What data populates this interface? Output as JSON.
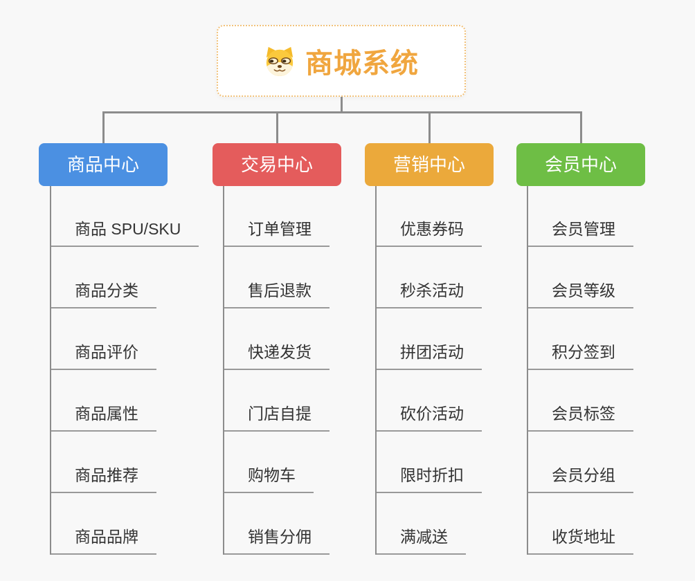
{
  "root": {
    "title": "商城系统",
    "icon": "dog-face-icon"
  },
  "branches": [
    {
      "label": "商品中心",
      "color": "#4b90e2",
      "items": [
        "商品 SPU/SKU",
        "商品分类",
        "商品评价",
        "商品属性",
        "商品推荐",
        "商品品牌"
      ]
    },
    {
      "label": "交易中心",
      "color": "#e45c5c",
      "items": [
        "订单管理",
        "售后退款",
        "快递发货",
        "门店自提",
        "购物车",
        "销售分佣"
      ]
    },
    {
      "label": "营销中心",
      "color": "#eba93b",
      "items": [
        "优惠券码",
        "秒杀活动",
        "拼团活动",
        "砍价活动",
        "限时折扣",
        "满减送"
      ]
    },
    {
      "label": "会员中心",
      "color": "#6ebe45",
      "items": [
        "会员管理",
        "会员等级",
        "积分签到",
        "会员标签",
        "会员分组",
        "收货地址"
      ]
    }
  ],
  "colors": {
    "background": "#f8f8f8",
    "connector_line": "#8c8c8c",
    "leaf_underline": "#999999",
    "leaf_text": "#333333",
    "root_title": "#f0a63f",
    "root_border": "#f2c27b"
  }
}
